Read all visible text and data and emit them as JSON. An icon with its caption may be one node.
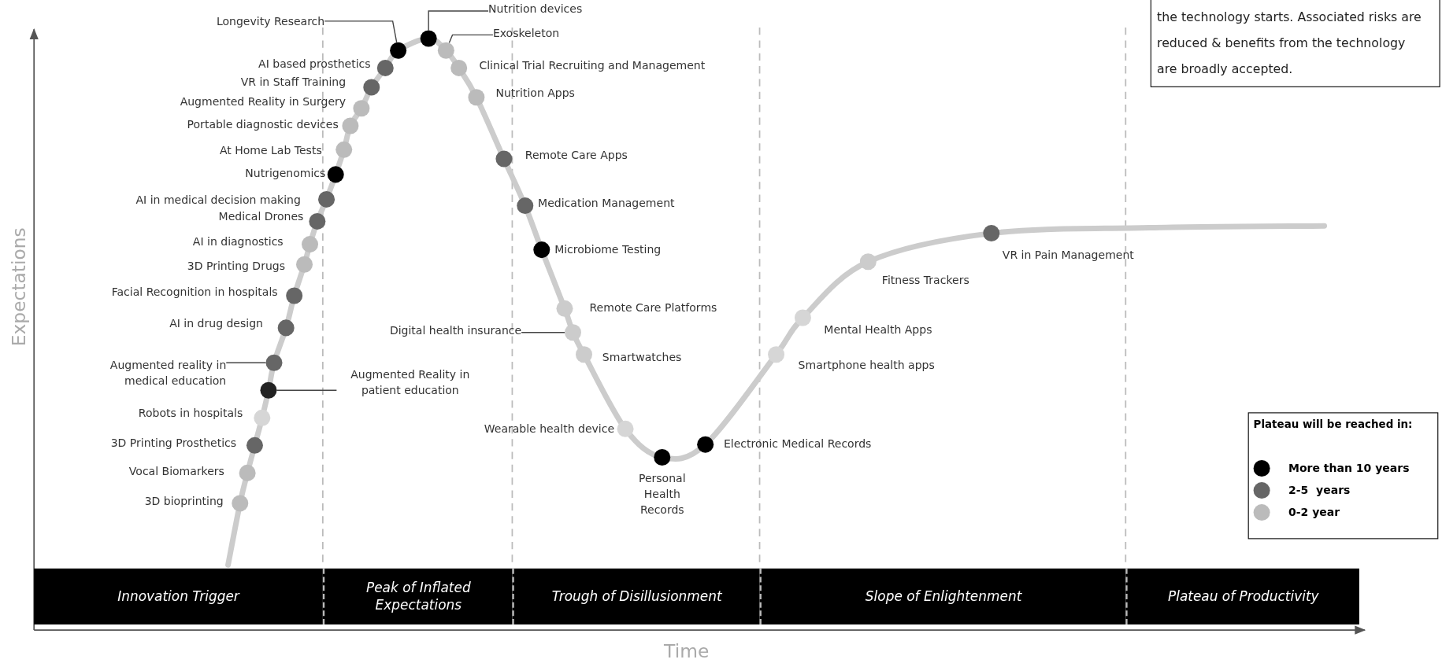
{
  "diagram": {
    "nodes": [
      {
        "text": [
          "the technology starts. Associated risks are reduced & benefits from the technology are broadly accepted."
        ]
      },
      {
        "text": [
          "Longevity Research"
        ]
      },
      {
        "text": [],
        "shape": "circle"
      },
      {
        "text": [
          "Nutrition devices"
        ]
      },
      {
        "text": [],
        "shape": "circle"
      },
      {
        "text": [
          "Exoskeleton"
        ]
      },
      {
        "text": [],
        "shape": "circle"
      },
      {
        "text": [],
        "shape": "circle",
        "beside": [
          "AI based prosthetics"
        ]
      },
      {
        "text": [],
        "shape": "circle",
        "beside": [
          "VR in Staff Training"
        ]
      },
      {
        "text": [],
        "shape": "circle",
        "beside": [
          "Augmented Reality in Surgery"
        ]
      },
      {
        "text": [],
        "shape": "circle",
        "beside": [
          "Portable diagnostic devices"
        ]
      },
      {
        "text": [],
        "shape": "circle",
        "beside": [
          "At Home Lab Tests"
        ]
      },
      {
        "text": [],
        "shape": "circle",
        "beside": [
          "Nutrigenomics"
        ]
      },
      {
        "text": [],
        "shape": "circle",
        "beside": [
          "AI in medical decision making"
        ]
      },
      {
        "text": [],
        "shape": "circle",
        "beside": [
          "Medical Drones"
        ]
      },
      {
        "text": [],
        "shape": "circle",
        "beside": [
          "AI in diagnostics"
        ]
      },
      {
        "text": [],
        "shape": "circle",
        "beside": [
          "3D Printing Drugs"
        ]
      },
      {
        "text": [],
        "shape": "circle",
        "beside": [
          "Facial Recognition in hospitals"
        ]
      },
      {
        "text": [],
        "shape": "circle",
        "beside": [
          "AI in drug design"
        ]
      },
      {
        "text": [
          "Augmented reality in medical education"
        ]
      },
      {
        "text": [],
        "shape": "circle"
      },
      {
        "text": [
          "Augmented Reality in patient education"
        ]
      },
      {
        "text": [],
        "shape": "circle"
      },
      {
        "text": [],
        "shape": "circle",
        "beside": [
          "Robots in hospitals"
        ]
      },
      {
        "text": [],
        "shape": "circle",
        "beside": [
          "3D Printing Prosthetics"
        ]
      },
      {
        "text": [],
        "shape": "circle",
        "beside": [
          "Vocal Biomarkers"
        ]
      },
      {
        "text": [],
        "shape": "circle",
        "beside": [
          "3D bioprinting"
        ]
      },
      {
        "text": [],
        "shape": "circle",
        "beside": [
          "Clinical Trial Recruiting and Management"
        ]
      },
      {
        "text": [],
        "shape": "circle",
        "beside": [
          "Nutrition Apps"
        ]
      },
      {
        "text": [],
        "shape": "circle",
        "beside": [
          "Remote Care Apps"
        ]
      },
      {
        "text": [],
        "shape": "circle",
        "beside": [
          "Medication Management"
        ]
      },
      {
        "text": [],
        "shape": "circle",
        "beside": [
          "Microbiome Testing"
        ]
      },
      {
        "text": [],
        "shape": "circle",
        "beside": [
          "Remote Care Platforms"
        ]
      },
      {
        "text": [
          "Digital health insurance"
        ]
      },
      {
        "text": [],
        "shape": "circle"
      },
      {
        "text": [],
        "shape": "circle",
        "beside": [
          "Smartwatches"
        ]
      },
      {
        "text": [],
        "shape": "circle",
        "beside": [
          "Wearable health device"
        ]
      },
      {
        "text": [],
        "shape": "circle",
        "beside": [
          "Personal Health Records"
        ]
      },
      {
        "text": [],
        "shape": "circle",
        "beside": [
          "Electronic Medical Records"
        ]
      },
      {
        "text": [],
        "shape": "circle",
        "beside": [
          "Smartphone health apps"
        ]
      },
      {
        "text": [],
        "shape": "circle",
        "beside": [
          "Mental Health Apps"
        ]
      },
      {
        "text": [],
        "shape": "circle",
        "beside": [
          "Fitness Trackers"
        ]
      },
      {
        "text": [],
        "shape": "circle",
        "beside": [
          "VR in Pain Management"
        ]
      },
      {
        "text": [
          "Innovation Trigger"
        ]
      },
      {
        "text": [
          "Peak of Inflated Expectations"
        ]
      },
      {
        "text": [
          "Trough of Disillusionment"
        ]
      },
      {
        "text": [
          "Slope of Enlightenment"
        ]
      },
      {
        "text": [
          "Plateau of Productivity"
        ]
      }
    ],
    "edges": [
      {
        "from": 1,
        "to": 2,
        "arrow": "none"
      },
      {
        "from": 3,
        "to": 4,
        "arrow": "none"
      },
      {
        "from": 5,
        "to": 6,
        "arrow": "none"
      },
      {
        "from": 19,
        "to": 20,
        "arrow": "none"
      },
      {
        "from": 21,
        "to": 22,
        "arrow": "none"
      },
      {
        "from": 33,
        "to": 34,
        "arrow": "none"
      }
    ],
    "labels": [
      "Expectations",
      "Time",
      "Plateau will be reached in:"
    ],
    "legend": [
      {
        "text": "More than 10 years",
        "color": "#000000"
      },
      {
        "text": "2-5  years",
        "color": "#666666"
      },
      {
        "text": "0-2 year",
        "color": "#bbbbbb"
      }
    ]
  }
}
